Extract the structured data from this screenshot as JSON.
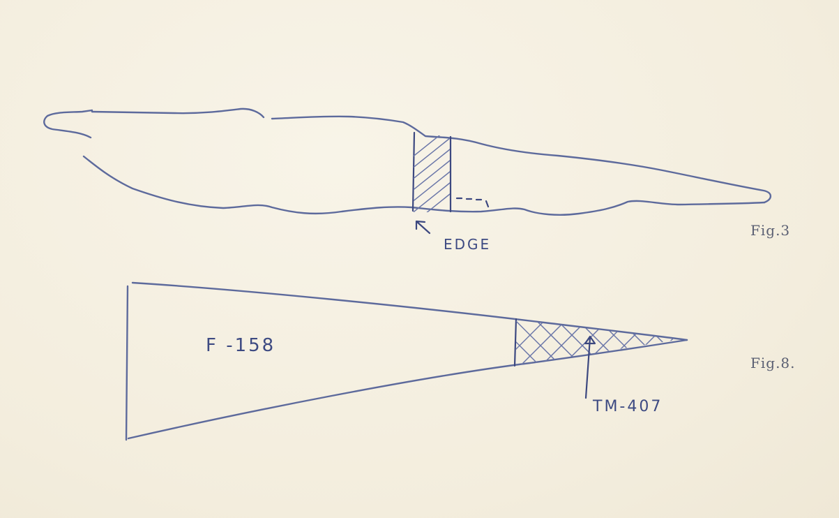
{
  "figures": [
    {
      "caption": "Fig.3",
      "labels": [
        {
          "text": "EDGE"
        }
      ]
    },
    {
      "caption": "Fig.8.",
      "labels": [
        {
          "text": "F -158"
        },
        {
          "text": "TM-407"
        }
      ]
    }
  ],
  "colors": {
    "paper": "#f6f1e3",
    "ink": "#5d6a9c",
    "ink_dark": "#3c4880"
  }
}
